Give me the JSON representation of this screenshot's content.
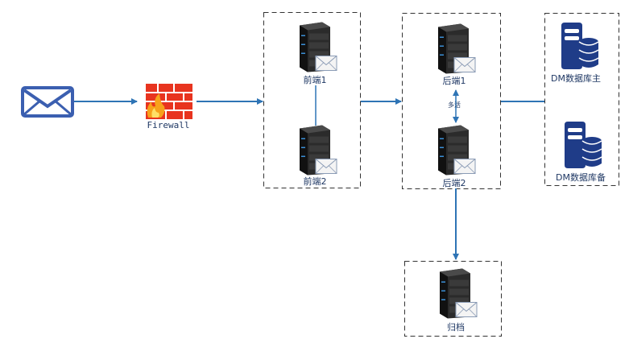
{
  "nodes": {
    "mail_source": {
      "icon": "envelope-icon"
    },
    "firewall": {
      "label": "Firewall",
      "icon": "firewall-icon"
    },
    "frontend1": {
      "label": "前端1",
      "icon": "mail-server-icon"
    },
    "frontend2": {
      "label": "前端2",
      "icon": "mail-server-icon"
    },
    "backend1": {
      "label": "后端1",
      "icon": "mail-server-icon"
    },
    "backend2": {
      "label": "后端2",
      "icon": "mail-server-icon"
    },
    "db_primary": {
      "label": "DM数据库主",
      "icon": "database-server-icon"
    },
    "db_backup": {
      "label": "DM数据库备",
      "icon": "database-server-icon"
    },
    "archive": {
      "label": "归档",
      "icon": "mail-server-icon"
    }
  },
  "edges": {
    "backend_sync": {
      "label": "多活"
    }
  },
  "colors": {
    "edge": "#2e74b5",
    "server_dark": "#222222",
    "server_led": "#3a8fd6",
    "database": "#1f3c88",
    "firewall_brick": "#e8341f",
    "envelope": "#3b5fb0"
  }
}
